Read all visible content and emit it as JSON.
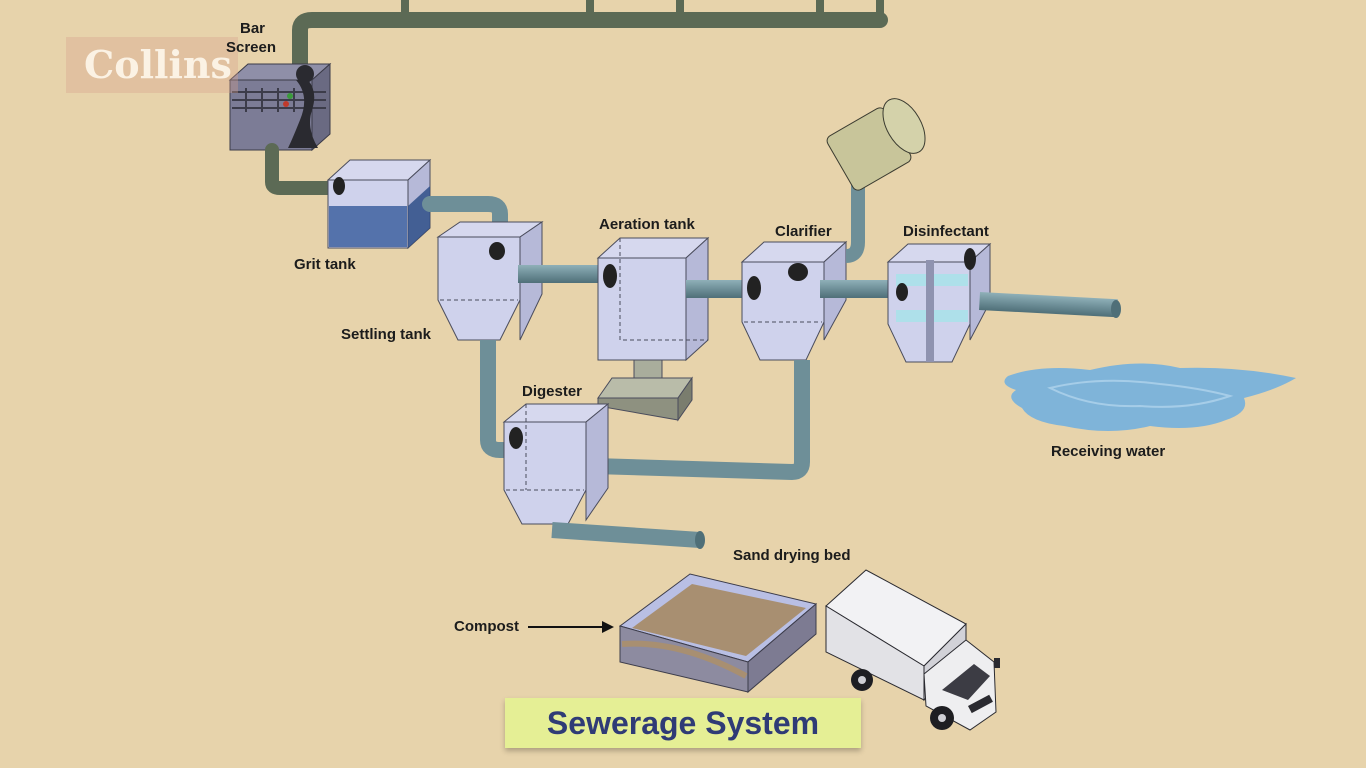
{
  "logo": {
    "text": "Collins"
  },
  "title": "Sewerage System",
  "labels": {
    "bar_screen_line1": "Bar",
    "bar_screen_line2": "Screen",
    "grit_tank": "Grit tank",
    "settling_tank": "Settling tank",
    "aeration_tank": "Aeration tank",
    "clarifier": "Clarifier",
    "disinfectant": "Disinfectant",
    "digester": "Digester",
    "receiving_water": "Receiving water",
    "sand_drying_bed": "Sand drying bed",
    "compost": "Compost"
  },
  "colors": {
    "background": "#e7d3ab",
    "tank_fill": "#c4c8e4",
    "tank_stroke": "#4a4c5c",
    "pipe_blue": "#6e8f98",
    "pipe_green": "#5c6a55",
    "water": "#7fb4d9",
    "title_banner": "#e5ef95",
    "title_text": "#2f3b76"
  }
}
